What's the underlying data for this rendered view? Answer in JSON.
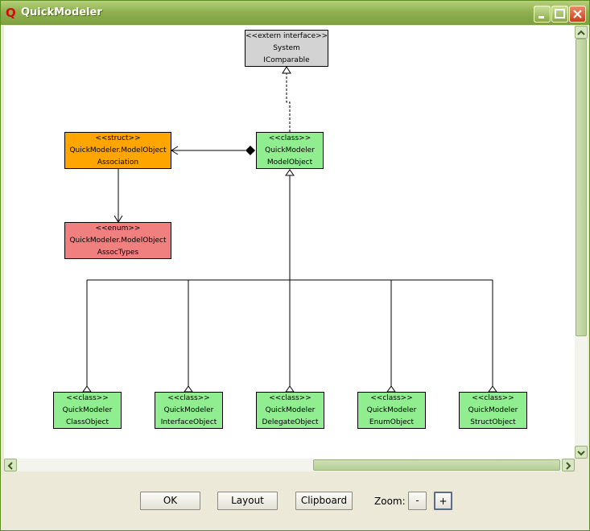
{
  "window": {
    "title": "QuickModeler"
  },
  "diagram": {
    "nodes": {
      "system_icomparable": {
        "stereotype": "<<extern interface>>",
        "line1": "System",
        "line2": "IComparable",
        "color": "#d3d3d3"
      },
      "model_object": {
        "stereotype": "<<class>>",
        "line1": "QuickModeler",
        "line2": "ModelObject",
        "color": "#90ee90"
      },
      "association": {
        "stereotype": "<<struct>>",
        "line1": "QuickModeler.ModelObject",
        "line2": "Association",
        "color": "#ffa500"
      },
      "assoc_types": {
        "stereotype": "<<enum>>",
        "line1": "QuickModeler.ModelObject",
        "line2": "AssocTypes",
        "color": "#f08080"
      },
      "class_object": {
        "stereotype": "<<class>>",
        "line1": "QuickModeler",
        "line2": "ClassObject",
        "color": "#90ee90"
      },
      "interface_object": {
        "stereotype": "<<class>>",
        "line1": "QuickModeler",
        "line2": "InterfaceObject",
        "color": "#90ee90"
      },
      "delegate_object": {
        "stereotype": "<<class>>",
        "line1": "QuickModeler",
        "line2": "DelegateObject",
        "color": "#90ee90"
      },
      "enum_object": {
        "stereotype": "<<class>>",
        "line1": "QuickModeler",
        "line2": "EnumObject",
        "color": "#90ee90"
      },
      "struct_object": {
        "stereotype": "<<class>>",
        "line1": "QuickModeler",
        "line2": "StructObject",
        "color": "#90ee90"
      }
    }
  },
  "buttons": {
    "ok": "OK",
    "layout": "Layout",
    "clipboard": "Clipboard",
    "zoom_out": "-",
    "zoom_in": "+"
  },
  "zoom_label": "Zoom:"
}
